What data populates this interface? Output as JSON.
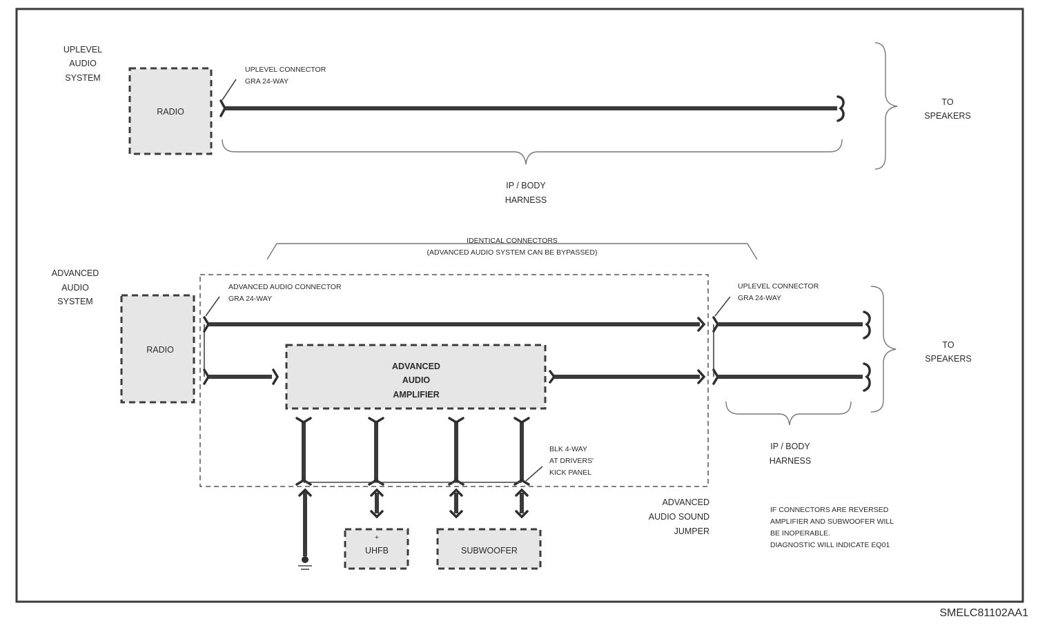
{
  "upper": {
    "system_label": [
      "UPLEVEL",
      "AUDIO",
      "SYSTEM"
    ],
    "radio": "RADIO",
    "connector": [
      "UPLEVEL CONNECTOR",
      "GRA 24-WAY"
    ],
    "to_speakers": [
      "TO",
      "SPEAKERS"
    ],
    "harness": [
      "IP / BODY",
      "HARNESS"
    ]
  },
  "lower": {
    "identical": [
      "IDENTICAL CONNECTORS",
      "(ADVANCED AUDIO SYSTEM CAN BE BYPASSED)"
    ],
    "system_label": [
      "ADVANCED",
      "AUDIO",
      "SYSTEM"
    ],
    "radio": "RADIO",
    "adv_connector": [
      "ADVANCED AUDIO CONNECTOR",
      "GRA 24-WAY"
    ],
    "uplevel_connector": [
      "UPLEVEL CONNECTOR",
      "GRA 24-WAY"
    ],
    "amplifier": [
      "ADVANCED",
      "AUDIO",
      "AMPLIFIER"
    ],
    "to_speakers": [
      "TO",
      "SPEAKERS"
    ],
    "harness": [
      "IP / BODY",
      "HARNESS"
    ],
    "blk": [
      "BLK 4-WAY",
      "AT DRIVERS'",
      "KICK PANEL"
    ],
    "jumper": [
      "ADVANCED",
      "AUDIO SOUND",
      "JUMPER"
    ],
    "uhfb_plus": "+",
    "uhfb": "UHFB",
    "subwoofer": "SUBWOOFER",
    "note": [
      "IF CONNECTORS ARE REVERSED",
      "AMPLIFIER AND SUBWOOFER WILL",
      "BE INOPERABLE.",
      "DIAGNOSTIC WILL INDICATE EQ01"
    ]
  },
  "figure_id": "SMELC81102AA1"
}
